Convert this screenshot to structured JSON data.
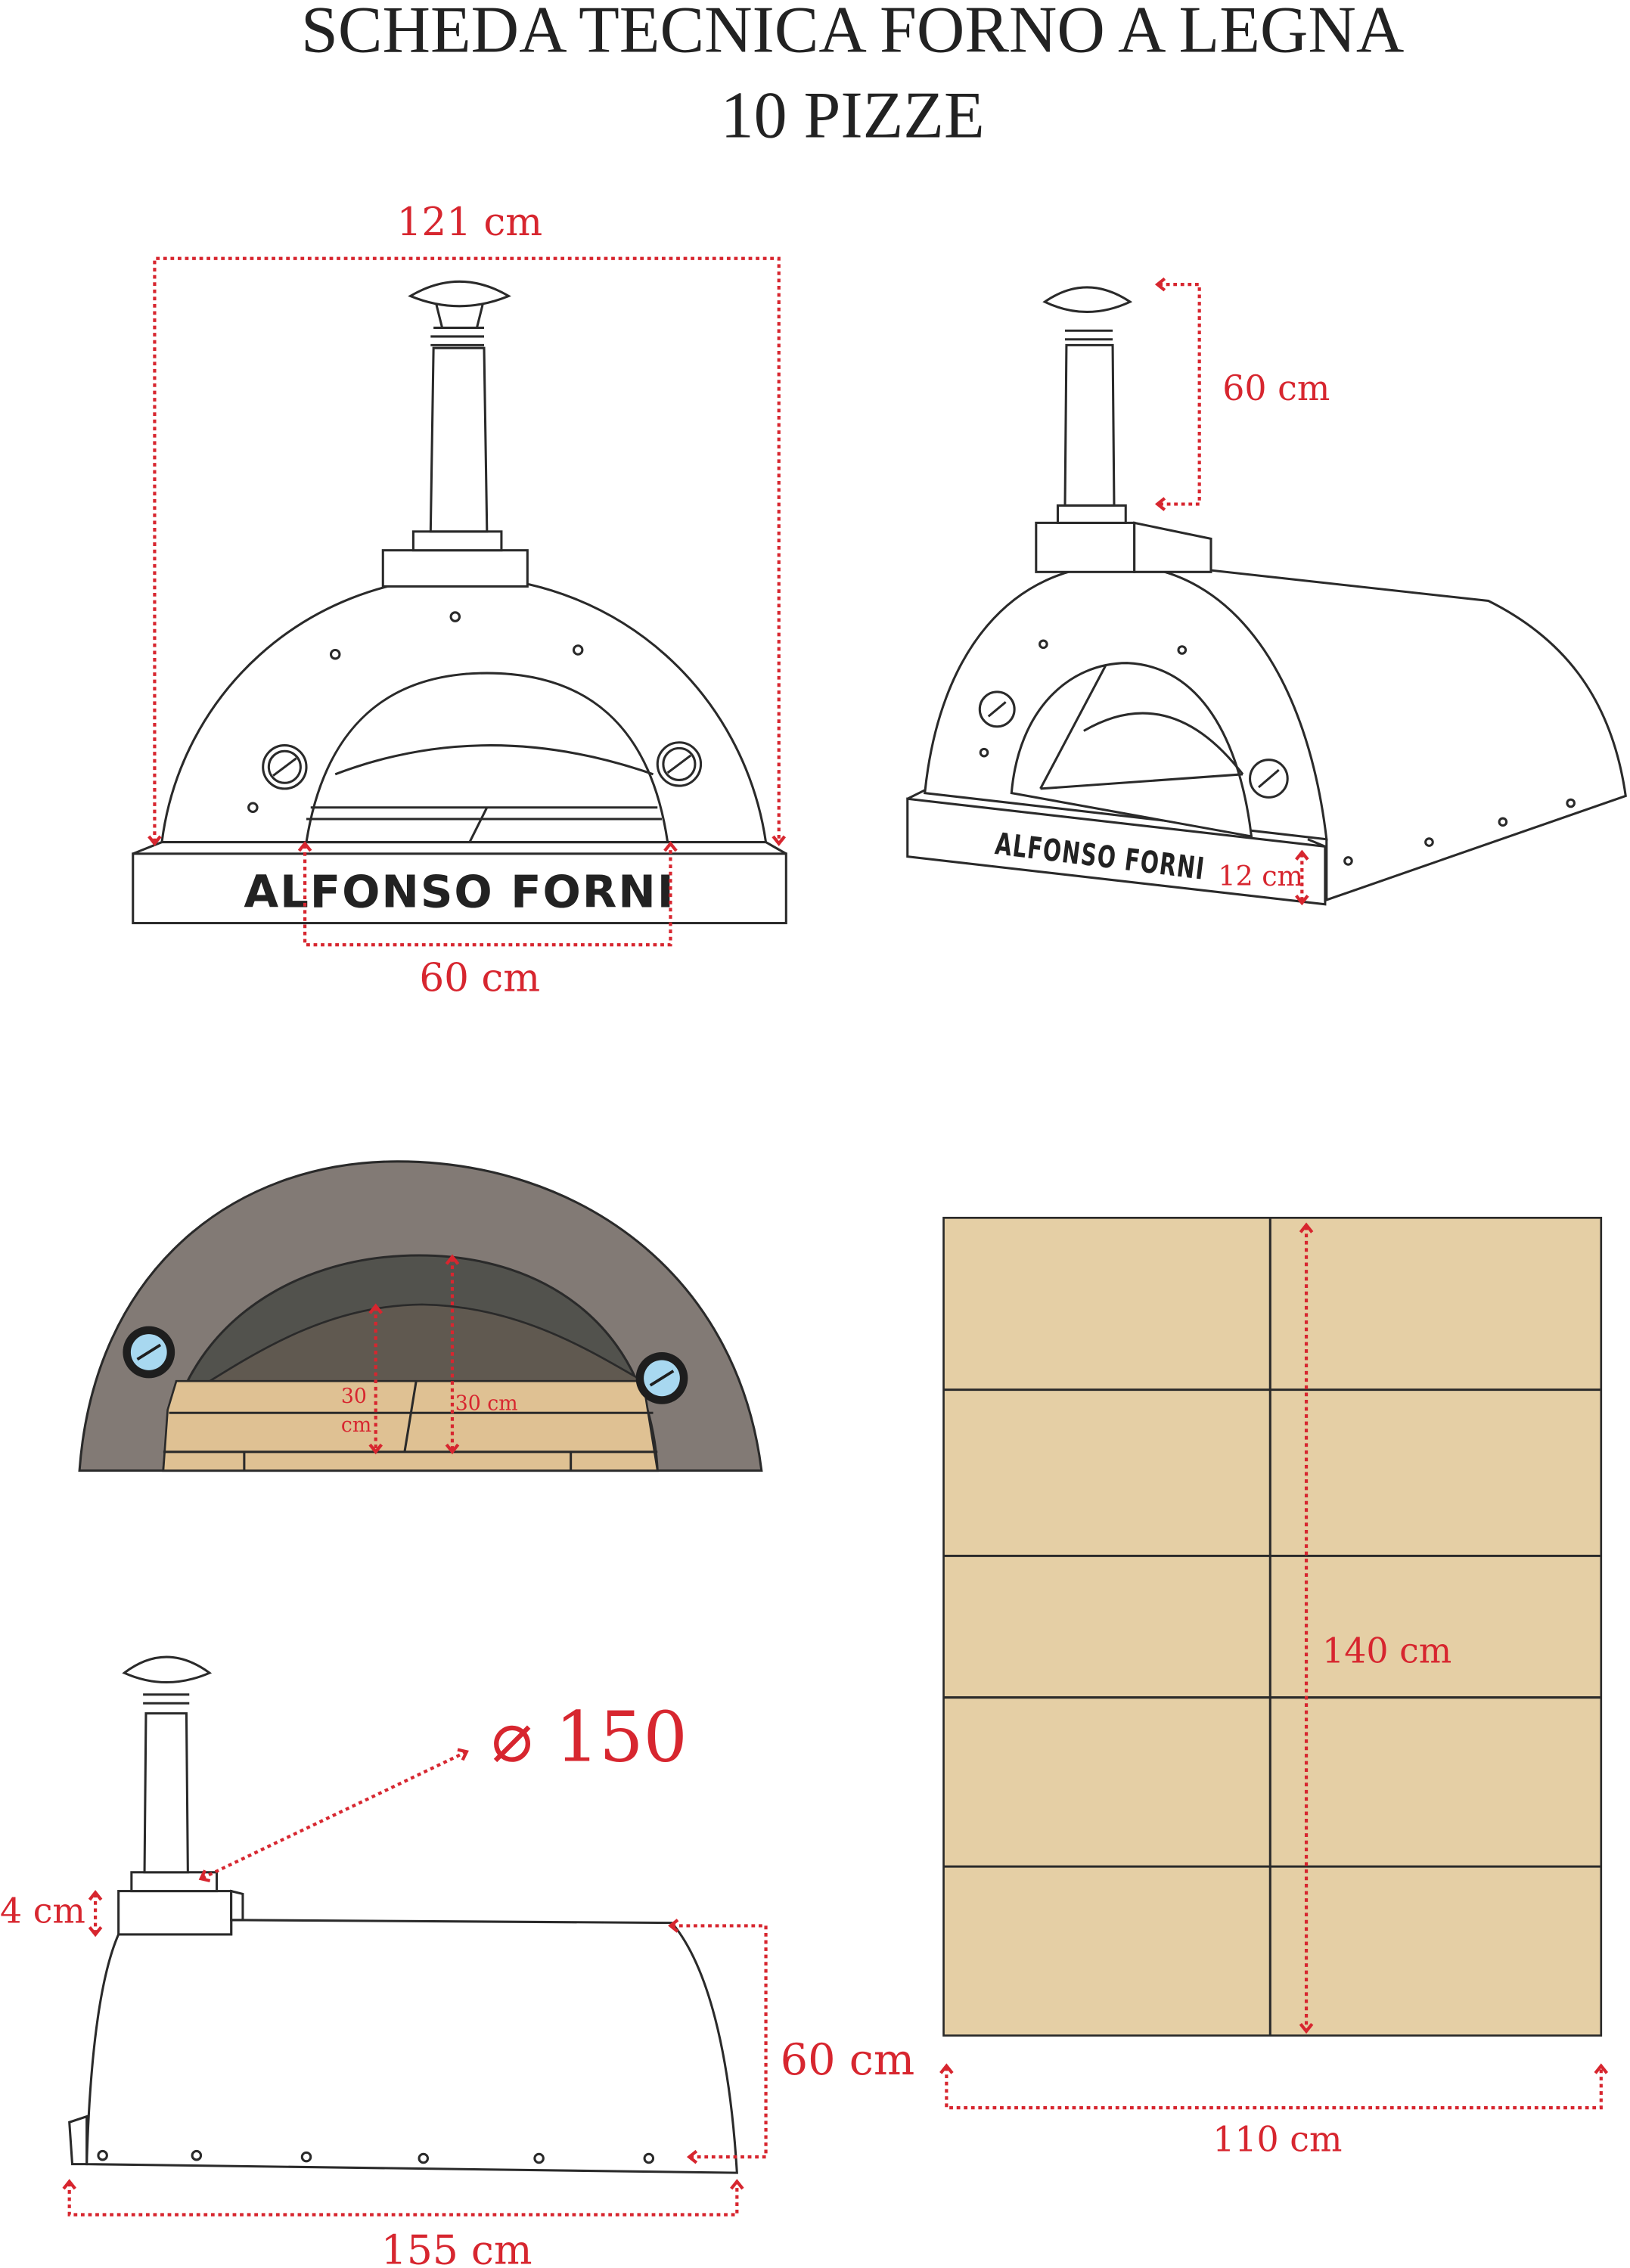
{
  "title": {
    "line1": "SCHEDA TECNICA FORNO A LEGNA",
    "line2": "10 PIZZE"
  },
  "front_view": {
    "brand": "ALFONSO FORNI",
    "width_label": "121 cm",
    "mouth_label": "60 cm"
  },
  "perspective_view": {
    "brand": "ALFONSO FORNI",
    "chimney_label": "60 cm",
    "base_label": "12 cm"
  },
  "section_view": {
    "inner_height_label_a": "30",
    "inner_height_label_a_unit": "cm",
    "inner_height_label_b": "30 cm"
  },
  "side_view": {
    "diameter_label": "⌀ 150",
    "block_label": "4 cm",
    "height_label": "60 cm",
    "length_label": "155 cm"
  },
  "floor_plan": {
    "depth_label": "140 cm",
    "width_label": "110 cm"
  },
  "colors": {
    "dimension": "#d7262f",
    "tile": "#e5cfa5",
    "dome": "#827a75",
    "gauge": "#a8d8f0"
  }
}
